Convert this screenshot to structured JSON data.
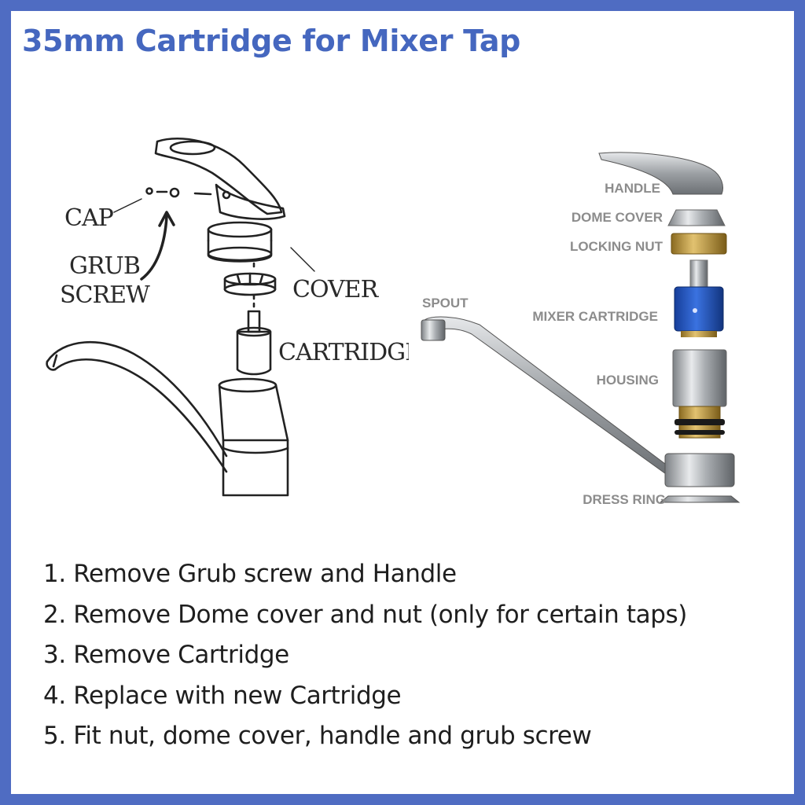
{
  "title": "35mm Cartridge for Mixer Tap",
  "colors": {
    "border": "#4f6cc2",
    "title": "#4567bf",
    "cartridge_blue": "#2456c8",
    "brass": "#c8a040",
    "chrome": "#b8bcc0"
  },
  "sketch_labels": {
    "cap": "CAP",
    "grub_line1": "GRUB",
    "grub_line2": "SCREW",
    "cover": "COVER",
    "cartridge": "CARTRIDGE"
  },
  "photo_labels": {
    "handle": "HANDLE",
    "dome_cover": "DOME COVER",
    "locking_nut": "LOCKING NUT",
    "spout": "SPOUT",
    "mixer_cartridge": "MIXER CARTRIDGE",
    "housing": "HOUSING",
    "dress_ring": "DRESS RING"
  },
  "steps": [
    "1. Remove Grub screw and Handle",
    "2. Remove Dome cover and nut (only for certain taps)",
    "3. Remove Cartridge",
    "4. Replace with new Cartridge",
    "5.  Fit nut, dome cover, handle and grub screw"
  ]
}
